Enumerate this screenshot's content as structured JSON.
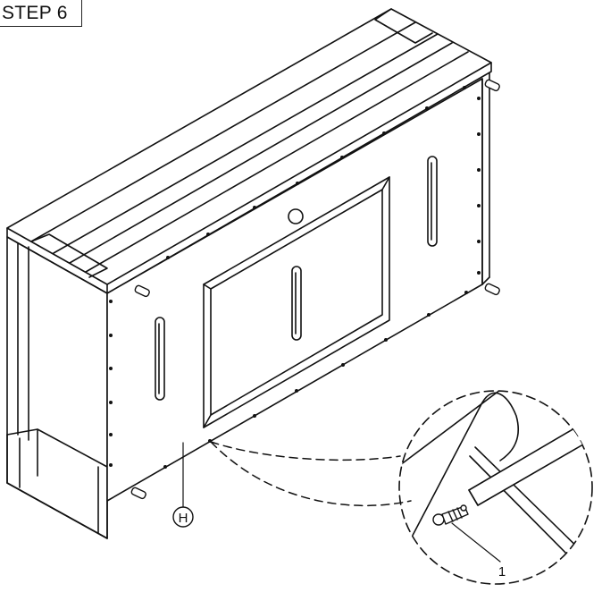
{
  "step": {
    "label": "STEP 6"
  },
  "callouts": {
    "part_label": "H",
    "hardware_label": "1"
  }
}
